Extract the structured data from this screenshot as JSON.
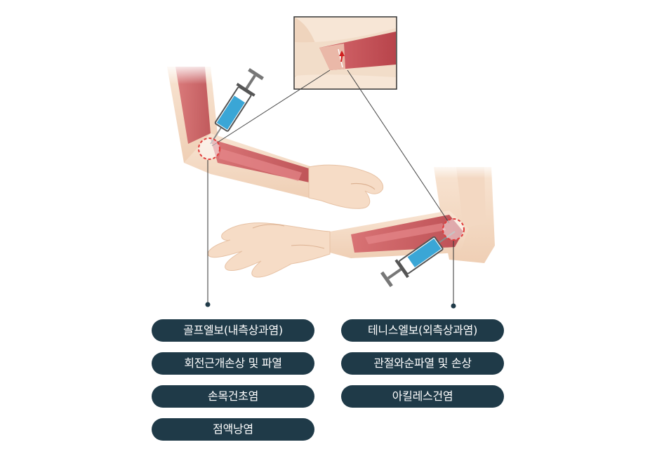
{
  "colors": {
    "pill_bg": "#1f3a48",
    "pill_text": "#ffffff",
    "marker": "#e03a3a",
    "muscle": "#c9545a",
    "skin": "#f6dcc6",
    "syringe_fluid": "#3aa6d6"
  },
  "icons": [
    "syringe-icon",
    "target-circle-icon",
    "zoom-inset"
  ],
  "left_conditions": [
    "골프엘보(내측상과염)",
    "회전근개손상 및 파열",
    "손목건초염",
    "점액낭염"
  ],
  "right_conditions": [
    "테니스엘보(외측상과염)",
    "관절와순파열 및 손상",
    "아킬레스건염"
  ]
}
